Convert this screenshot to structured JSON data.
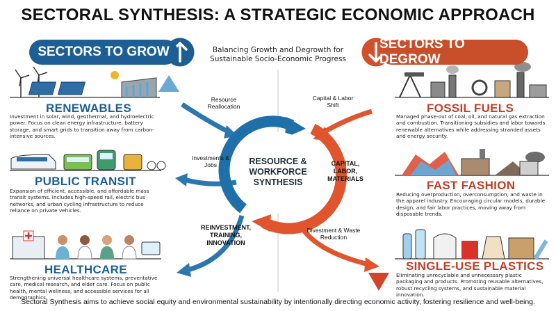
{
  "title": "SECTORAL SYNTHESIS: A STRATEGIC ECONOMIC APPROACH",
  "subtitle": "Balancing Growth and Degrowth for Sustainable Socio-Economic Progress",
  "grow_banner": "SECTORS TO GROW",
  "degrow_banner": "SECTORS TO DEGROW",
  "center": "RESOURCE & WORKFORCE SYNTHESIS",
  "left_sectors": [
    {
      "title": "RENEWABLES",
      "desc": "Investment in solar, wind, geothermal, and hydroelectric power. Focus on clean energy infrastructure, battery storage, and smart grids to transition away from carbon-intensive sources."
    },
    {
      "title": "PUBLIC TRANSIT",
      "desc": "Expansion of efficient, accessible, and affordable mass transit systems. Includes high-speed rail, electric bus networks, and urban cycling infrastructure to reduce reliance on private vehicles."
    },
    {
      "title": "HEALTHCARE",
      "desc": "Strengthening universal healthcare systems, preventative care, medical research, and elder care. Focus on public health, mental wellness, and accessible services for all demographics."
    }
  ],
  "right_sectors": [
    {
      "title": "FOSSIL FUELS",
      "desc": "Managed phase-out of coal, oil, and natural gas extraction and combustion. Transitioning subsidies and labor towards renewable alternatives while addressing stranded assets and energy security."
    },
    {
      "title": "FAST FASHION",
      "desc": "Reducing overproduction, overconsumption, and waste in the apparel industry. Encouraging circular models, durable design, and fair labor practices, moving away from disposable trends."
    },
    {
      "title": "SINGLE-USE PLASTICS",
      "desc": "Eliminating unrecyclable and unnecessary plastic packaging and products. Promoting reusable alternatives, robust recycling systems, and sustainable material innovation."
    }
  ],
  "flow_labels": {
    "resource_reallocation": "Resource Reallocation",
    "investments_jobs": "Investments & Jobs",
    "reinvestment": "REINVESTMENT, TRAINING, INNOVATION",
    "capital_labor_shift": "Capital & Labor Shift",
    "capital_labor_materials": "CAPITAL, LABOR, MATERIALS",
    "divestment": "Divestment & Waste Reduction"
  },
  "footer": "Sectoral Synthesis aims to achieve social equity and environmental sustainability by intentionally directing economic activity, fostering resilience and well-being.",
  "colors": {
    "grow": "#1d5f94",
    "degrow": "#c94e2a",
    "grow_light": "#4a90c4",
    "degrow_light": "#ea6a3a"
  }
}
